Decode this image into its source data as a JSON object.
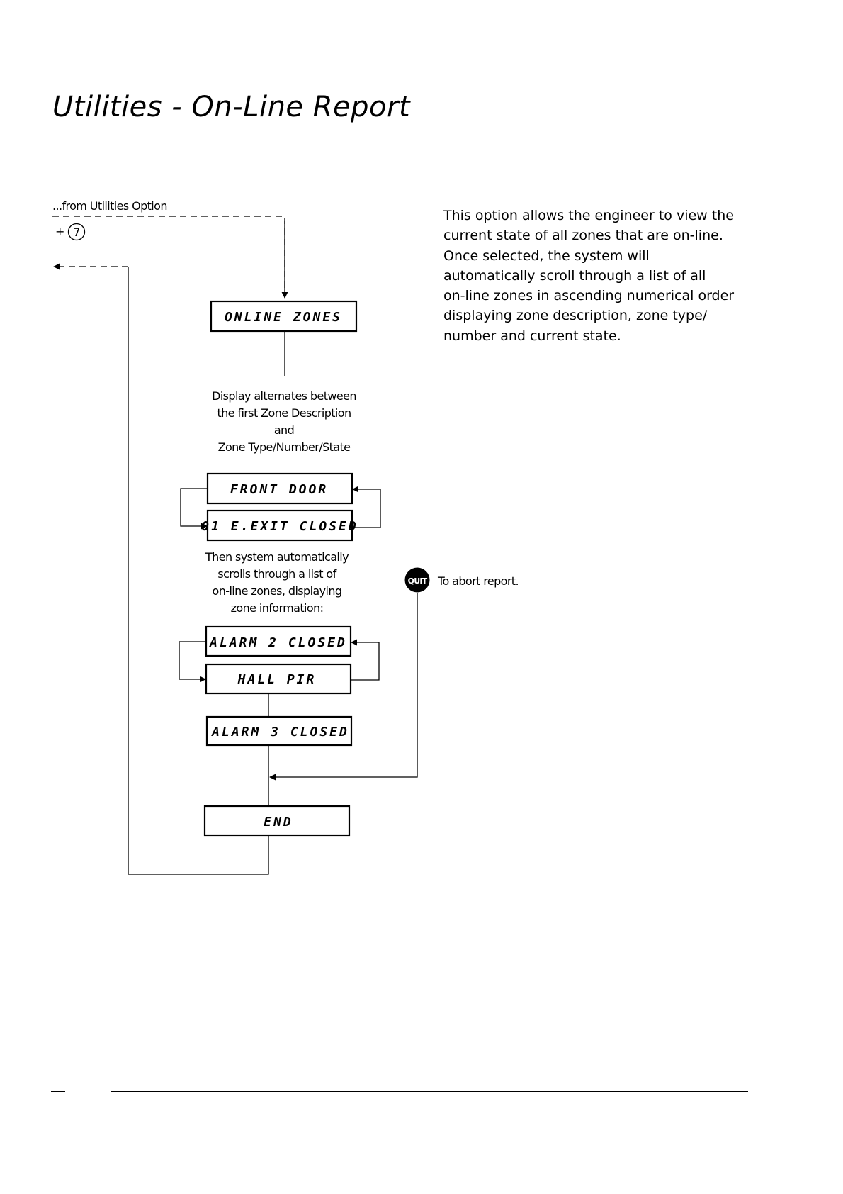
{
  "page": {
    "title": "Utilities - On-Line Report",
    "description_lines": [
      "This option allows the engineer to view the",
      "current state of all zones that are on-line.",
      "Once selected, the system will",
      "automatically scroll through a list of all",
      "on-line zones in ascending numerical order",
      "displaying zone description, zone type/",
      "number and current state."
    ]
  },
  "flowchart": {
    "entry_label": "...from Utilities Option",
    "entry_key_prefix": "+",
    "entry_key": "7",
    "displays": {
      "online_zones": "ONLINE ZONES",
      "front_door": "FRONT DOOR",
      "zone_01": "01 E.EXIT CLOSED",
      "alarm_2": "ALARM 2 CLOSED",
      "hall_pir": "HALL PIR",
      "alarm_3": "ALARM 3 CLOSED",
      "end": "END"
    },
    "note_alternate": [
      "Display alternates between",
      "the first Zone Description",
      "and",
      "Zone Type/Number/State"
    ],
    "note_scroll": [
      "Then system automatically",
      "scrolls through a list of",
      "on-line zones, displaying",
      "zone information:"
    ],
    "quit_key": "QUIT",
    "quit_note": "To abort report."
  }
}
